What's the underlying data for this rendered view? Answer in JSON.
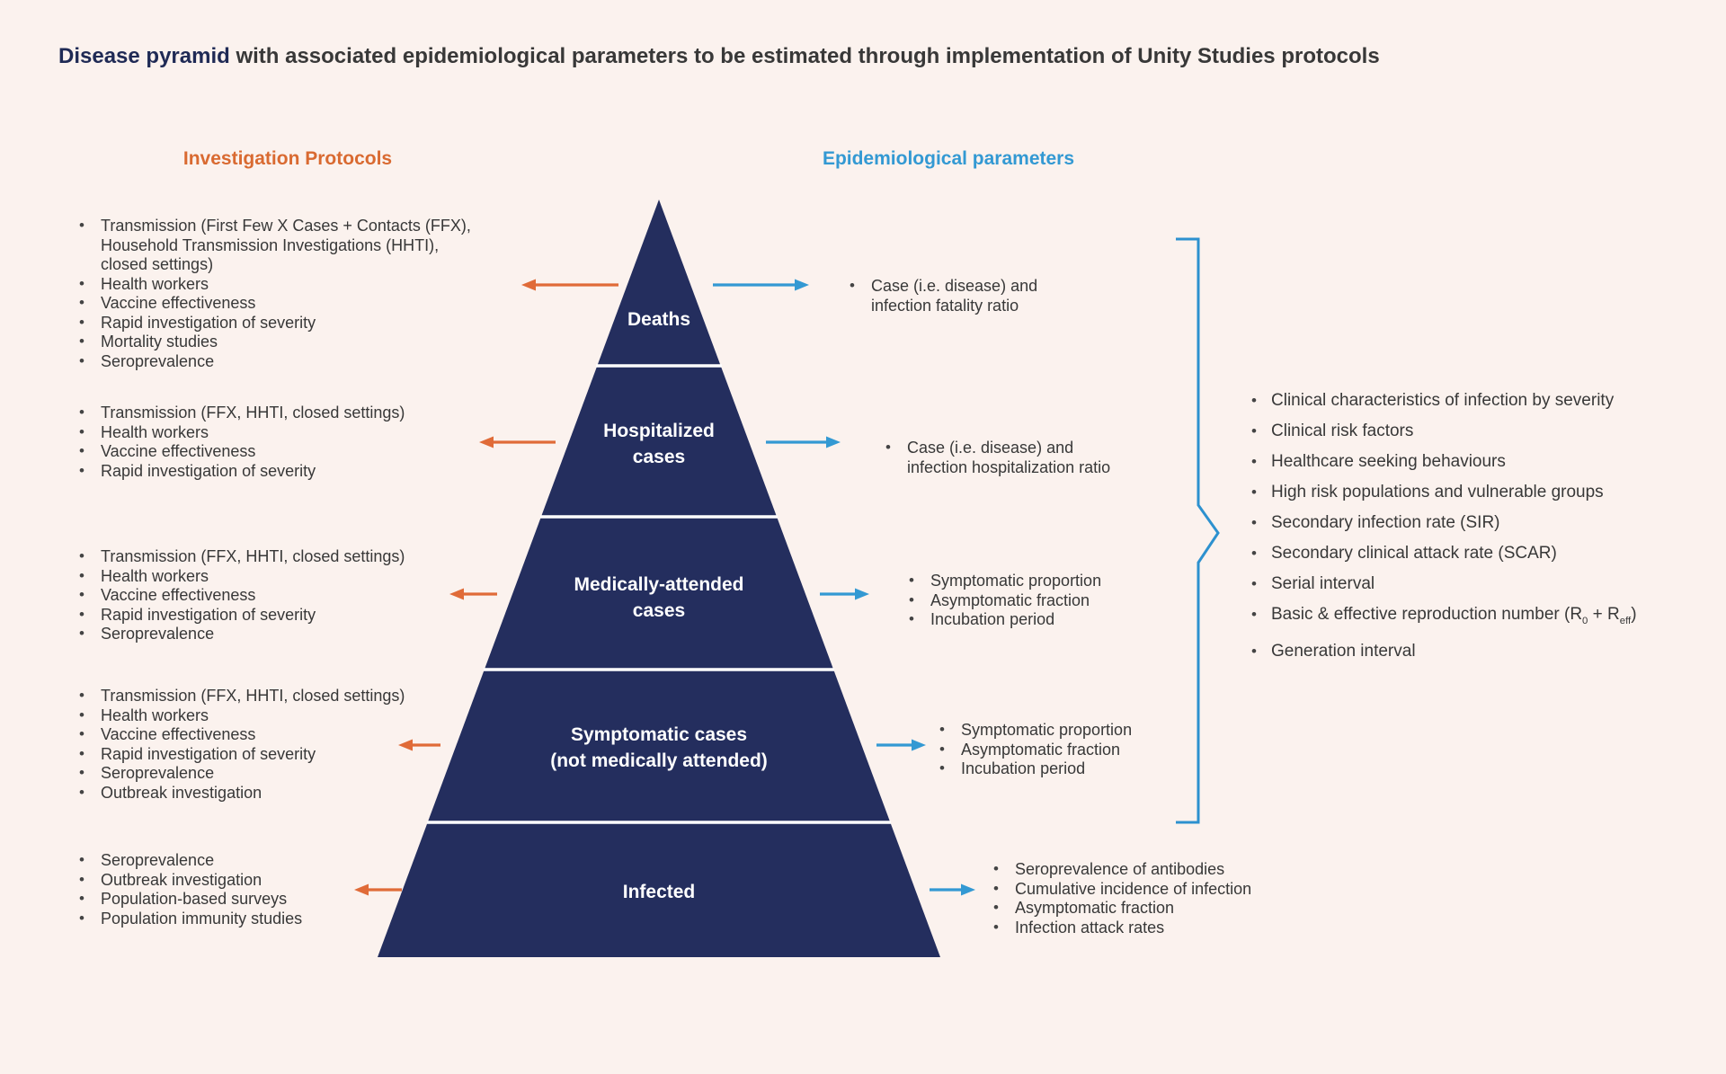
{
  "title": {
    "highlight": "Disease pyramid",
    "rest": " with associated epidemiological parameters to be estimated through implementation of Unity Studies protocols"
  },
  "headers": {
    "left": "Investigation Protocols",
    "right": "Epidemiological parameters"
  },
  "levels": [
    {
      "name": "Deaths",
      "label_lines": [
        "Deaths"
      ],
      "investigation_protocols": [
        [
          "Transmission (First Few X Cases + Contacts (FFX),",
          "Household Transmission Investigations (HHTI),",
          "closed settings)"
        ],
        "Health workers",
        "Vaccine effectiveness",
        "Rapid investigation of severity",
        "Mortality studies",
        "Seroprevalence"
      ],
      "epidemiological_parameters": [
        [
          "Case (i.e. disease) and",
          "infection fatality ratio"
        ]
      ]
    },
    {
      "name": "Hospitalized cases",
      "label_lines": [
        "Hospitalized",
        "cases"
      ],
      "investigation_protocols": [
        "Transmission (FFX, HHTI, closed settings)",
        "Health workers",
        "Vaccine effectiveness",
        "Rapid investigation of severity"
      ],
      "epidemiological_parameters": [
        [
          "Case (i.e. disease) and",
          "infection hospitalization ratio"
        ]
      ]
    },
    {
      "name": "Medically-attended cases",
      "label_lines": [
        "Medically-attended",
        "cases"
      ],
      "investigation_protocols": [
        "Transmission (FFX, HHTI, closed settings)",
        "Health workers",
        "Vaccine effectiveness",
        "Rapid investigation of severity",
        "Seroprevalence"
      ],
      "epidemiological_parameters": [
        "Symptomatic proportion",
        "Asymptomatic fraction",
        "Incubation period"
      ]
    },
    {
      "name": "Symptomatic cases (not medically attended)",
      "label_lines": [
        "Symptomatic cases",
        "(not medically attended)"
      ],
      "investigation_protocols": [
        "Transmission (FFX, HHTI, closed settings)",
        "Health workers",
        "Vaccine effectiveness",
        "Rapid investigation of severity",
        "Seroprevalence",
        "Outbreak investigation"
      ],
      "epidemiological_parameters": [
        "Symptomatic proportion",
        "Asymptomatic fraction",
        "Incubation period"
      ]
    },
    {
      "name": "Infected",
      "label_lines": [
        "Infected"
      ],
      "investigation_protocols": [
        "Seroprevalence",
        "Outbreak investigation",
        "Population-based surveys",
        "Population immunity studies"
      ],
      "epidemiological_parameters": [
        "Seroprevalence of antibodies",
        "Cumulative incidence of infection",
        "Asymptomatic fraction",
        "Infection attack rates"
      ]
    }
  ],
  "summary_parameters": {
    "items": [
      "Clinical characteristics of infection by severity",
      "Clinical risk factors",
      "Healthcare seeking behaviours",
      "High risk populations and vulnerable groups",
      "Secondary infection rate (SIR)",
      "Secondary clinical attack rate (SCAR)",
      "Serial interval",
      {
        "runs": [
          {
            "t": "Basic & effective reproduction number (R"
          },
          {
            "t": "0",
            "sub": true
          },
          {
            "t": " + R"
          },
          {
            "t": "eff",
            "sub": true
          },
          {
            "t": ")"
          }
        ]
      },
      "Generation interval"
    ]
  },
  "colors": {
    "background": "#fbf2ee",
    "pyramid_navy": "#242e5e",
    "accent_orange": "#d96a31",
    "arrow_orange": "#e06b38",
    "accent_blue": "#3399d3",
    "bracket_blue": "#2d91cf",
    "title_navy": "#1f2a55",
    "text_dark": "#383838",
    "label_white": "#ffffff"
  }
}
